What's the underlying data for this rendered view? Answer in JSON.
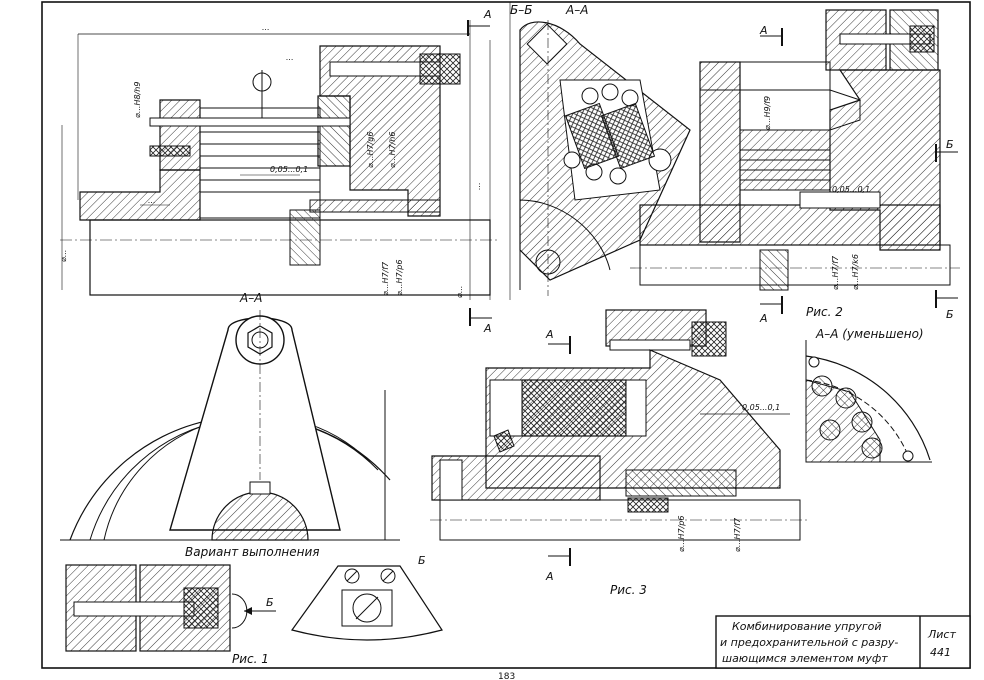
{
  "sheet": {
    "page_number": "183",
    "title_block": {
      "title_lines": [
        "Комбинирование упругой",
        "и предохранительной с разру-",
        "шающимся элементом муфт"
      ],
      "sheet_label": "Лист",
      "sheet_number": "441"
    }
  },
  "figures": {
    "fig1": {
      "caption": "Рис. 1",
      "section_aa": "А–А",
      "variant_label": "Вариант выполнения",
      "view_b": "Б"
    },
    "fig2": {
      "caption": "Рис. 2",
      "section_bb": "Б–Б",
      "section_aa": "А–А"
    },
    "fig3": {
      "caption": "Рис. 3",
      "section_aa_reduced": "А–А (уменьшено)"
    }
  },
  "markers": {
    "a": "А",
    "b": "Б"
  },
  "dimensions": {
    "dots": "...",
    "fit_h8h9": "⌀...H8/h9",
    "fit_h7g6": "⌀...H7/g6",
    "fit_h7h6": "⌀...H7/h6",
    "fit_h7f7": "⌀...H7/f7",
    "fit_h7p6": "⌀...H7/p6",
    "fit_h7k6": "⌀...H7/k6",
    "fit_h9f9": "⌀...H9/f9",
    "gap": "0,05...0,1",
    "diam": "⌀..."
  },
  "colors": {
    "ink": "#111111",
    "paper": "#ffffff"
  }
}
